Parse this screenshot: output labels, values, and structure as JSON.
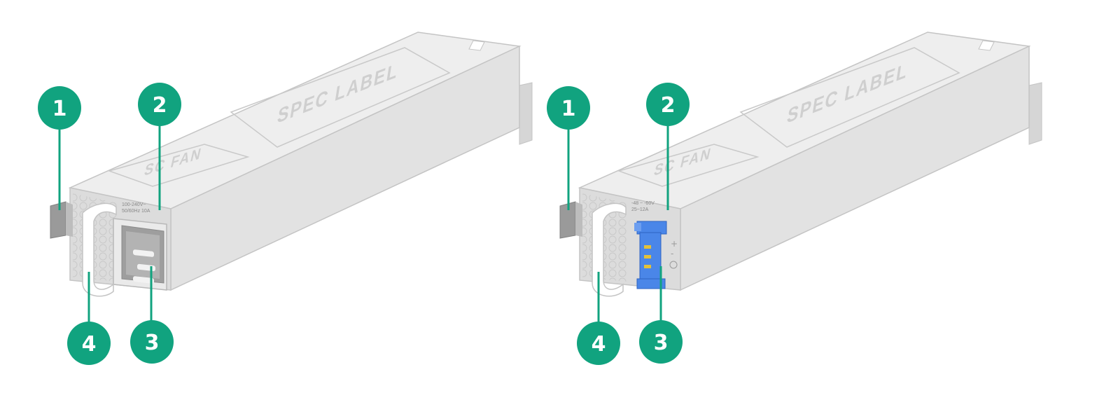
{
  "colors": {
    "callout": "#11a37f",
    "body_top": "#eeeeee",
    "body_side": "#e2e2e2",
    "body_front": "#dcdcdc",
    "edge": "#c4c4c4",
    "connector_blue": "#4a86e8",
    "inlet_grey": "#9e9e9e",
    "pin_gold": "#e3c13a"
  },
  "left_unit": {
    "spec_label": "SPEC LABEL",
    "sub_label": "SC FAN",
    "rating_line1": "100-240V~",
    "rating_line2": "50/60Hz 10A",
    "callouts": [
      "1",
      "2",
      "3",
      "4"
    ]
  },
  "right_unit": {
    "spec_label": "SPEC LABEL",
    "sub_label": "SC FAN",
    "rating_line1": "-48 ~ -60V",
    "rating_line2": "25~12A",
    "plus_sign": "+",
    "minus_sign": "-",
    "callouts": [
      "1",
      "2",
      "3",
      "4"
    ]
  }
}
